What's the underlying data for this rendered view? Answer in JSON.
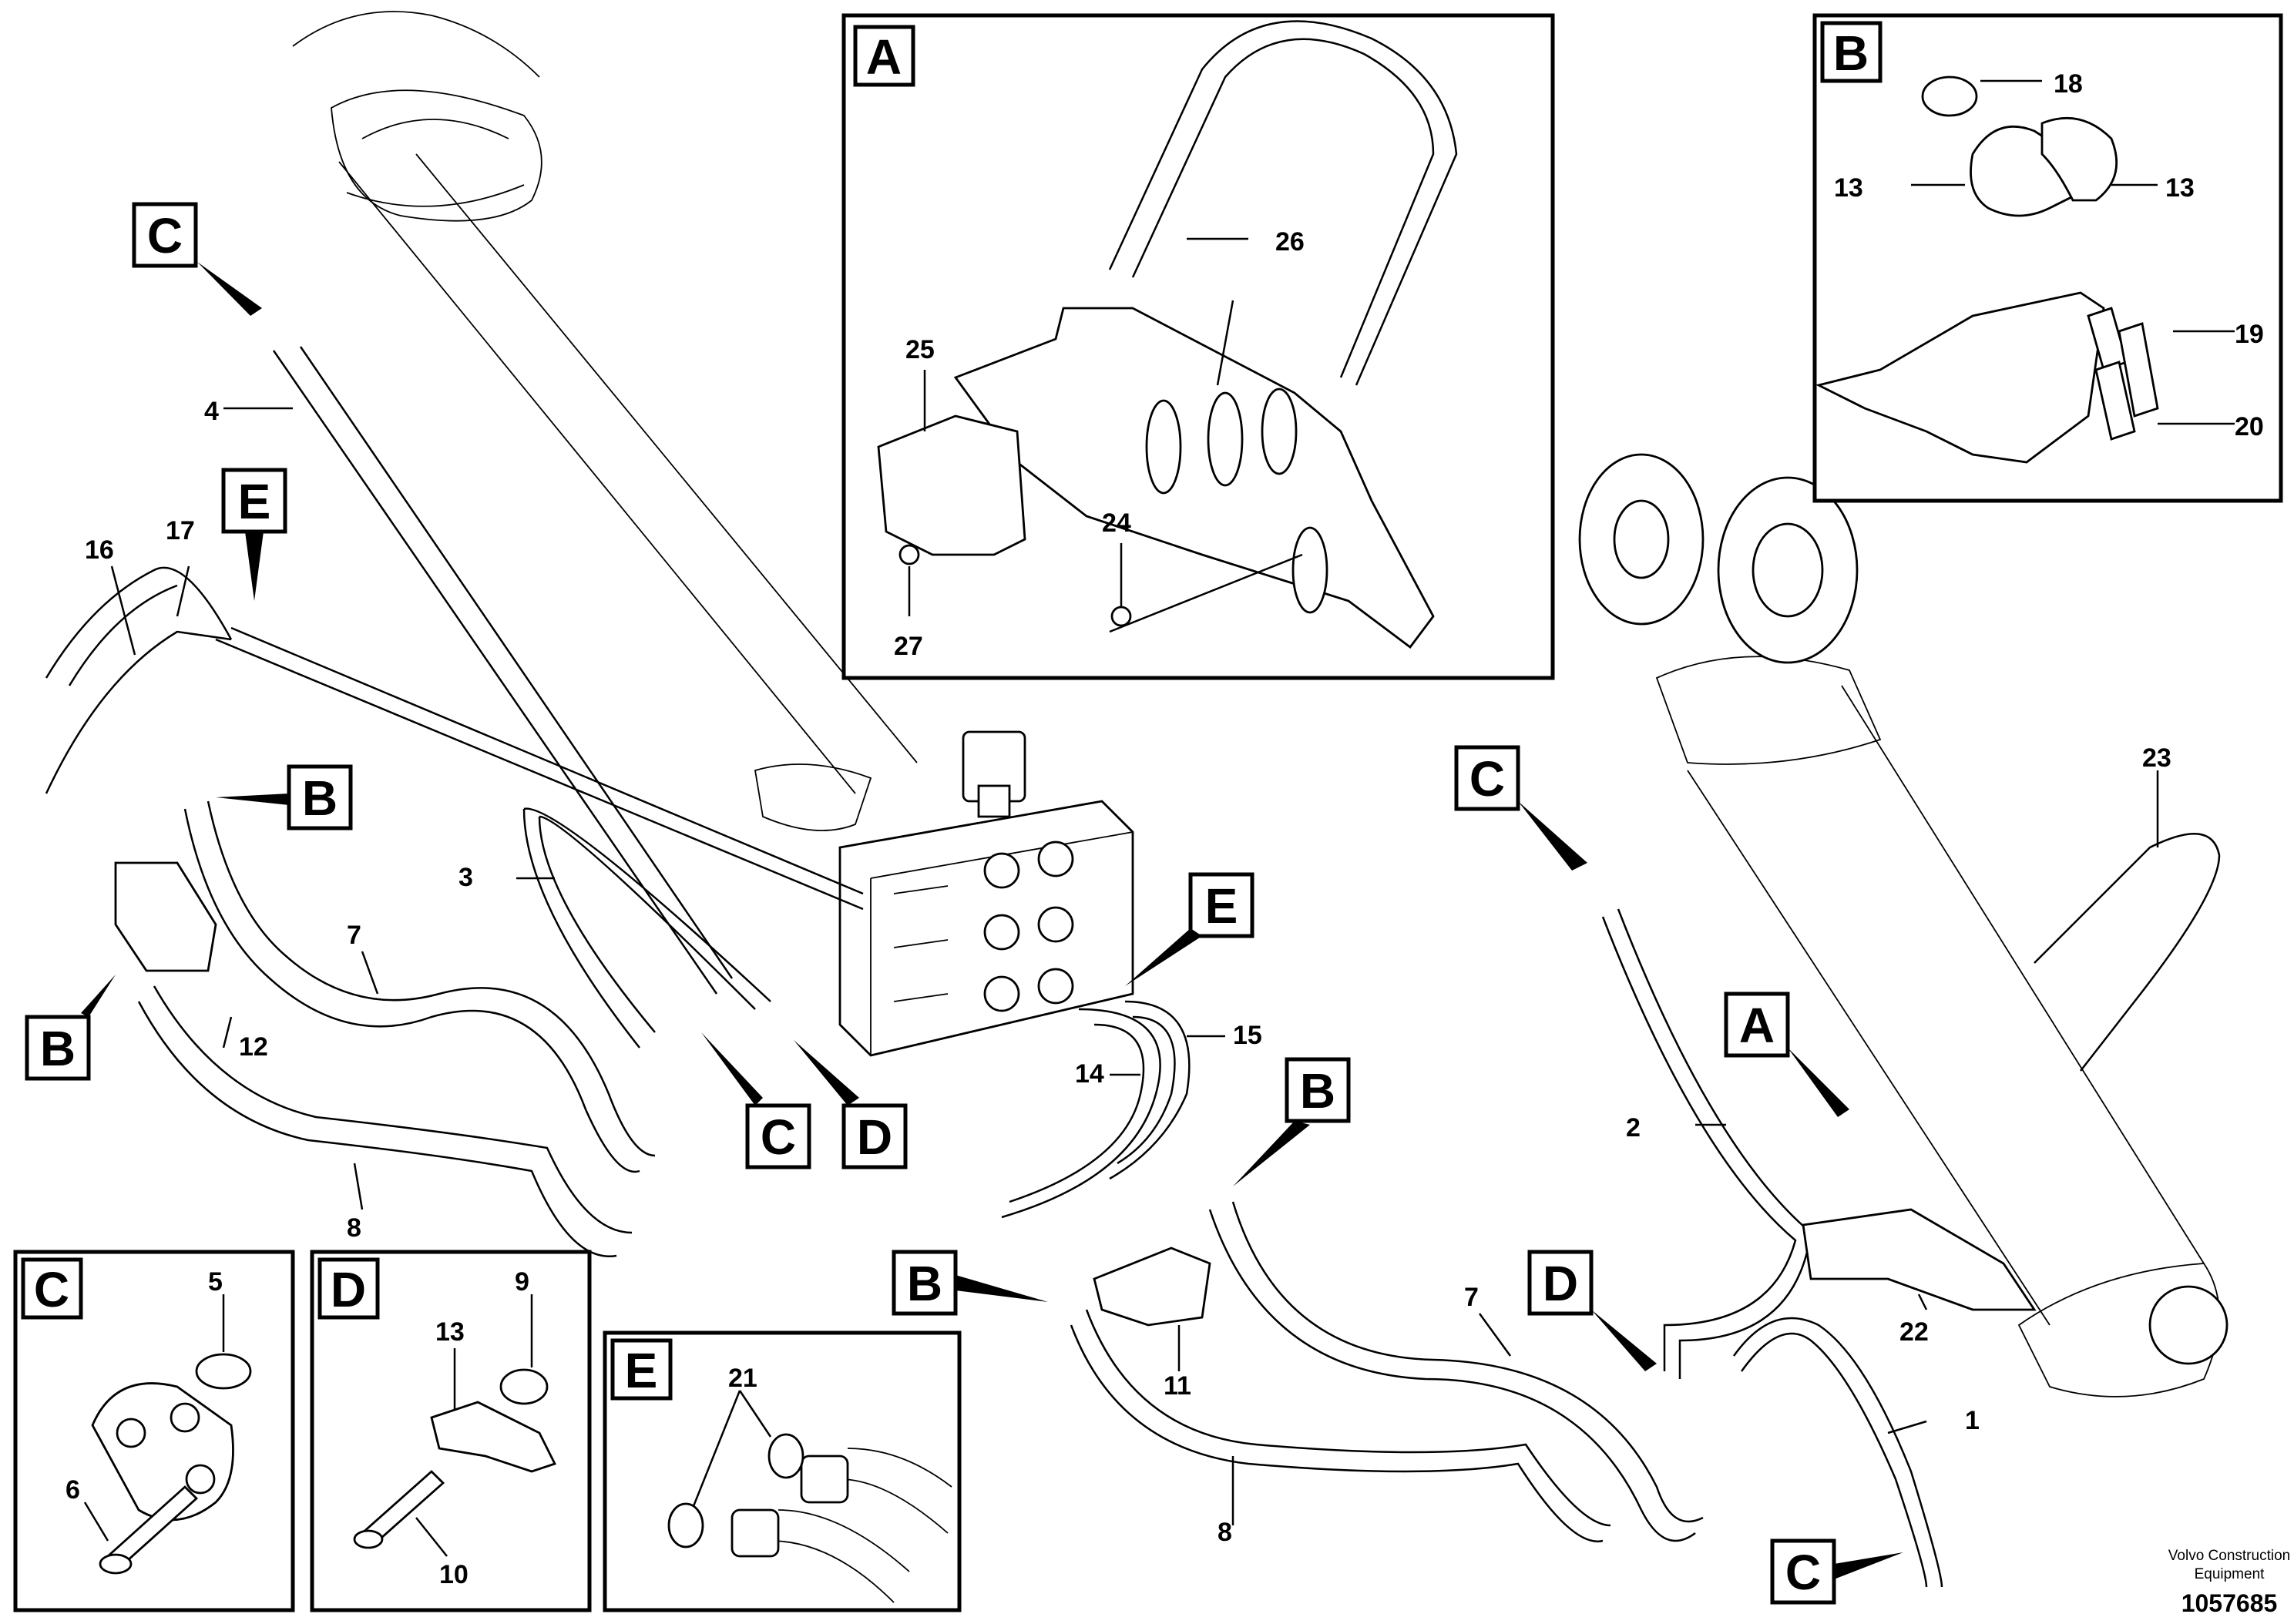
{
  "diagram": {
    "callout_letters": {
      "A": "A",
      "B": "B",
      "C": "C",
      "D": "D",
      "E": "E"
    },
    "part_numbers": [
      "1",
      "2",
      "3",
      "4",
      "5",
      "6",
      "7",
      "8",
      "9",
      "10",
      "11",
      "12",
      "13",
      "14",
      "15",
      "16",
      "17",
      "18",
      "19",
      "20",
      "21",
      "22",
      "23",
      "24",
      "25",
      "26",
      "27"
    ],
    "inset_titles": {
      "A": "A",
      "B": "B",
      "C": "C",
      "D": "D",
      "E": "E"
    },
    "footer": {
      "brand_line1": "Volvo Construction",
      "brand_line2": "Equipment",
      "drawing_number": "1057685"
    }
  }
}
